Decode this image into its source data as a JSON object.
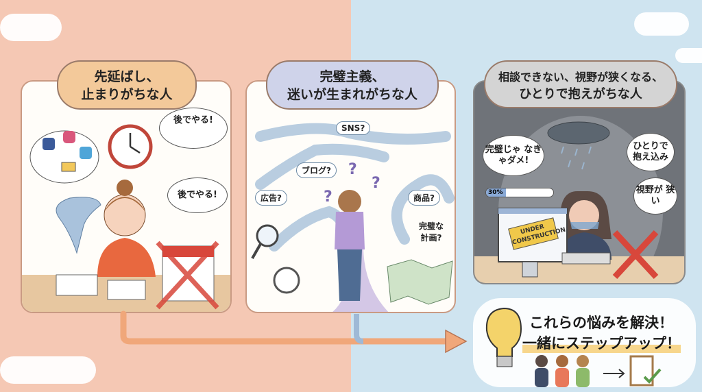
{
  "panels": [
    {
      "title_line1": "先延ばし、",
      "title_line2": "止まりがちな人",
      "bubble_1": "後でやる!",
      "bubble_2": "後でやる!",
      "color": "#f3c99a"
    },
    {
      "title_line1": "完璧主義、",
      "title_line2": "迷いが生まれがちな人",
      "labels": [
        "SNS?",
        "ブログ?",
        "広告?",
        "商品?",
        "完璧な計画?"
      ],
      "color": "#cfd3ea"
    },
    {
      "title_line1": "相談できない、視野が狭くなる、",
      "title_line2": "ひとりで抱えがちな人",
      "bubble_1": "完璧じゃ なきゃダメ!",
      "bubble_2": "ひとりで 抱え込み",
      "bubble_3": "視野が 狭い",
      "progress_label": "30%",
      "progress": 0.3,
      "sign": "UNDER CONSTRUCTION",
      "color": "#d4d4d4"
    }
  ],
  "solution": {
    "line1": "これらの悩みを解決！",
    "line2": "一緒にステップアップ！"
  },
  "colors": {
    "arrow": "#f0a77a",
    "left_bg": "#f5c8b4",
    "right_bg": "#cfe4f0"
  }
}
